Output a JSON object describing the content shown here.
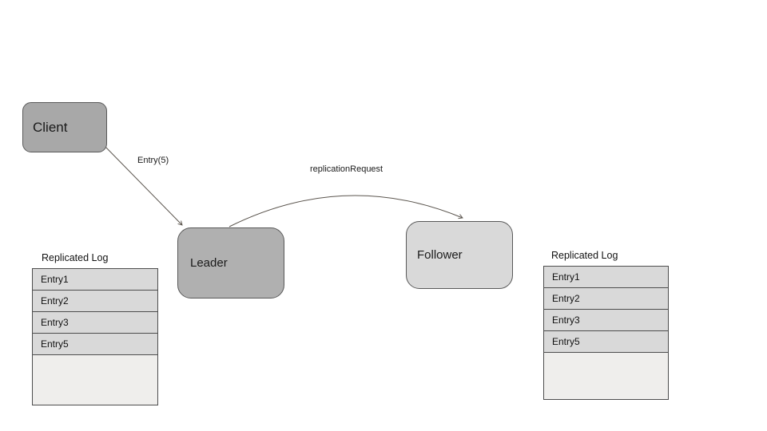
{
  "diagram": {
    "nodes": {
      "client": "Client",
      "leader": "Leader",
      "follower": "Follower"
    },
    "edges": {
      "client_to_leader": "Entry(5)",
      "leader_to_follower": "replicationRequest"
    },
    "left_log": {
      "title": "Replicated Log",
      "entries": [
        "Entry1",
        "Entry2",
        "Entry3",
        "Entry5"
      ]
    },
    "right_log": {
      "title": "Replicated Log",
      "entries": [
        "Entry1",
        "Entry2",
        "Entry3",
        "Entry5"
      ]
    },
    "colors": {
      "client_fill": "#a8a8a8",
      "leader_fill": "#b0b0b0",
      "follower_fill": "#d9d9d9",
      "log_row_fill": "#d9d9d9",
      "log_empty_fill": "#efeeec",
      "arrow": "#5b554e"
    }
  }
}
